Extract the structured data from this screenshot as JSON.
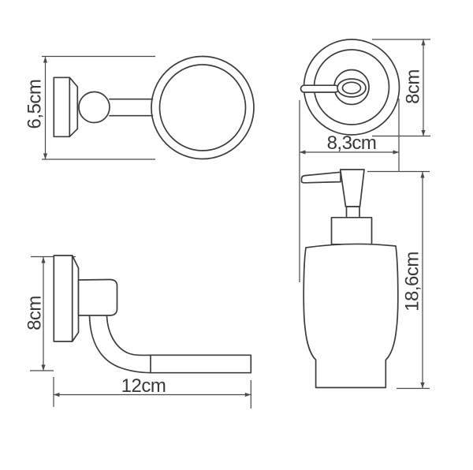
{
  "colors": {
    "outline": "#3d3d3d",
    "dimension_line": "#4a4a4a",
    "label_text": "#383838",
    "background": "#ffffff"
  },
  "views": {
    "holder_top_view": {
      "depth_label": "6,5cm"
    },
    "wall_plate_front_view": {
      "height_label": "8cm",
      "width_label": "8,3cm"
    },
    "dispenser_front_view": {
      "height_label": "18,6cm"
    },
    "holder_side_view": {
      "height_label": "8cm",
      "length_label": "12cm"
    }
  }
}
